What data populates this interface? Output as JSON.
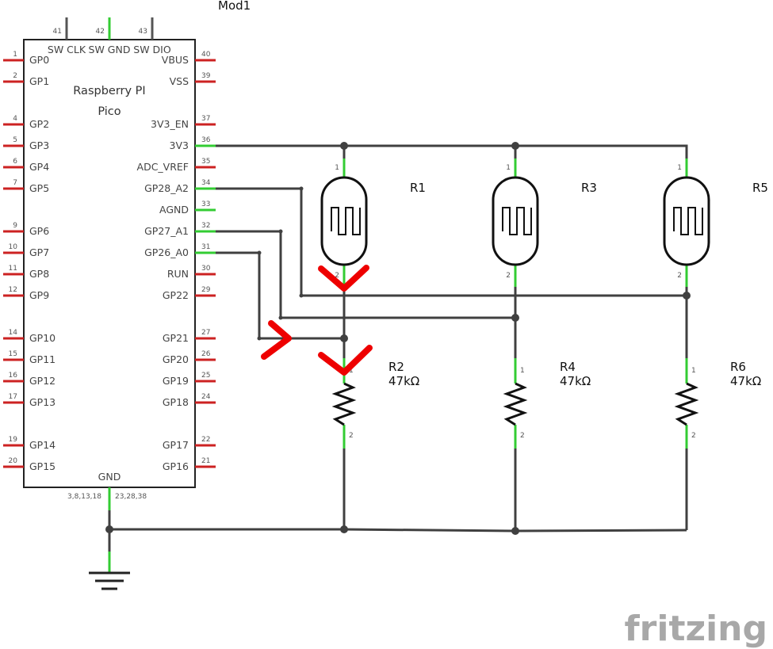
{
  "module": {
    "title": "Mod1",
    "name_line1": "Raspberry PI",
    "name_line2": "Pico",
    "gnd_label": "GND",
    "gnd_pins_left": "3,8,13,18",
    "gnd_pins_right": "23,28,38",
    "top_pins": [
      {
        "num": "41",
        "label": "SW CLK"
      },
      {
        "num": "42",
        "label": "SW GND"
      },
      {
        "num": "43",
        "label": "SW DIO"
      }
    ],
    "left_pins": [
      {
        "num": "1",
        "label": "GP0"
      },
      {
        "num": "2",
        "label": "GP1"
      },
      {
        "num": "4",
        "label": "GP2"
      },
      {
        "num": "5",
        "label": "GP3"
      },
      {
        "num": "6",
        "label": "GP4"
      },
      {
        "num": "7",
        "label": "GP5"
      },
      {
        "num": "9",
        "label": "GP6"
      },
      {
        "num": "10",
        "label": "GP7"
      },
      {
        "num": "11",
        "label": "GP8"
      },
      {
        "num": "12",
        "label": "GP9"
      },
      {
        "num": "14",
        "label": "GP10"
      },
      {
        "num": "15",
        "label": "GP11"
      },
      {
        "num": "16",
        "label": "GP12"
      },
      {
        "num": "17",
        "label": "GP13"
      },
      {
        "num": "19",
        "label": "GP14"
      },
      {
        "num": "20",
        "label": "GP15"
      }
    ],
    "right_pins": [
      {
        "num": "40",
        "label": "VBUS"
      },
      {
        "num": "39",
        "label": "VSS"
      },
      {
        "num": "37",
        "label": "3V3_EN"
      },
      {
        "num": "36",
        "label": "3V3"
      },
      {
        "num": "35",
        "label": "ADC_VREF"
      },
      {
        "num": "34",
        "label": "GP28_A2"
      },
      {
        "num": "33",
        "label": "AGND"
      },
      {
        "num": "32",
        "label": "GP27_A1"
      },
      {
        "num": "31",
        "label": "GP26_A0"
      },
      {
        "num": "30",
        "label": "RUN"
      },
      {
        "num": "29",
        "label": "GP22"
      },
      {
        "num": "27",
        "label": "GP21"
      },
      {
        "num": "26",
        "label": "GP20"
      },
      {
        "num": "25",
        "label": "GP19"
      },
      {
        "num": "24",
        "label": "GP18"
      },
      {
        "num": "22",
        "label": "GP17"
      },
      {
        "num": "21",
        "label": "GP16"
      }
    ]
  },
  "photoresistors": [
    {
      "ref": "R1",
      "pin1": "1",
      "pin2": "2"
    },
    {
      "ref": "R3",
      "pin1": "1",
      "pin2": "2"
    },
    {
      "ref": "R5",
      "pin1": "1",
      "pin2": "2"
    }
  ],
  "resistors": [
    {
      "ref": "R2",
      "value": "47kΩ",
      "pin1": "1",
      "pin2": "2"
    },
    {
      "ref": "R4",
      "value": "47kΩ",
      "pin1": "1",
      "pin2": "2"
    },
    {
      "ref": "R6",
      "value": "47kΩ",
      "pin1": "1",
      "pin2": "2"
    }
  ],
  "annotation_color": "#ee0000",
  "watermark": "fritzing"
}
